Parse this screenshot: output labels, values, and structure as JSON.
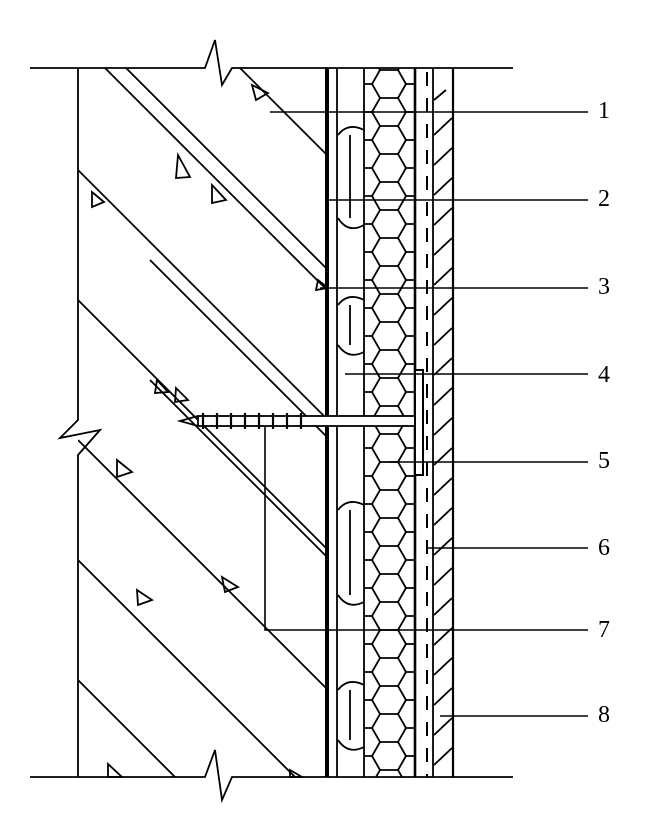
{
  "diagram": {
    "labels": [
      "1",
      "2",
      "3",
      "4",
      "5",
      "6",
      "7",
      "8"
    ],
    "colors": {
      "line": "#000000",
      "background": "#ffffff"
    }
  }
}
